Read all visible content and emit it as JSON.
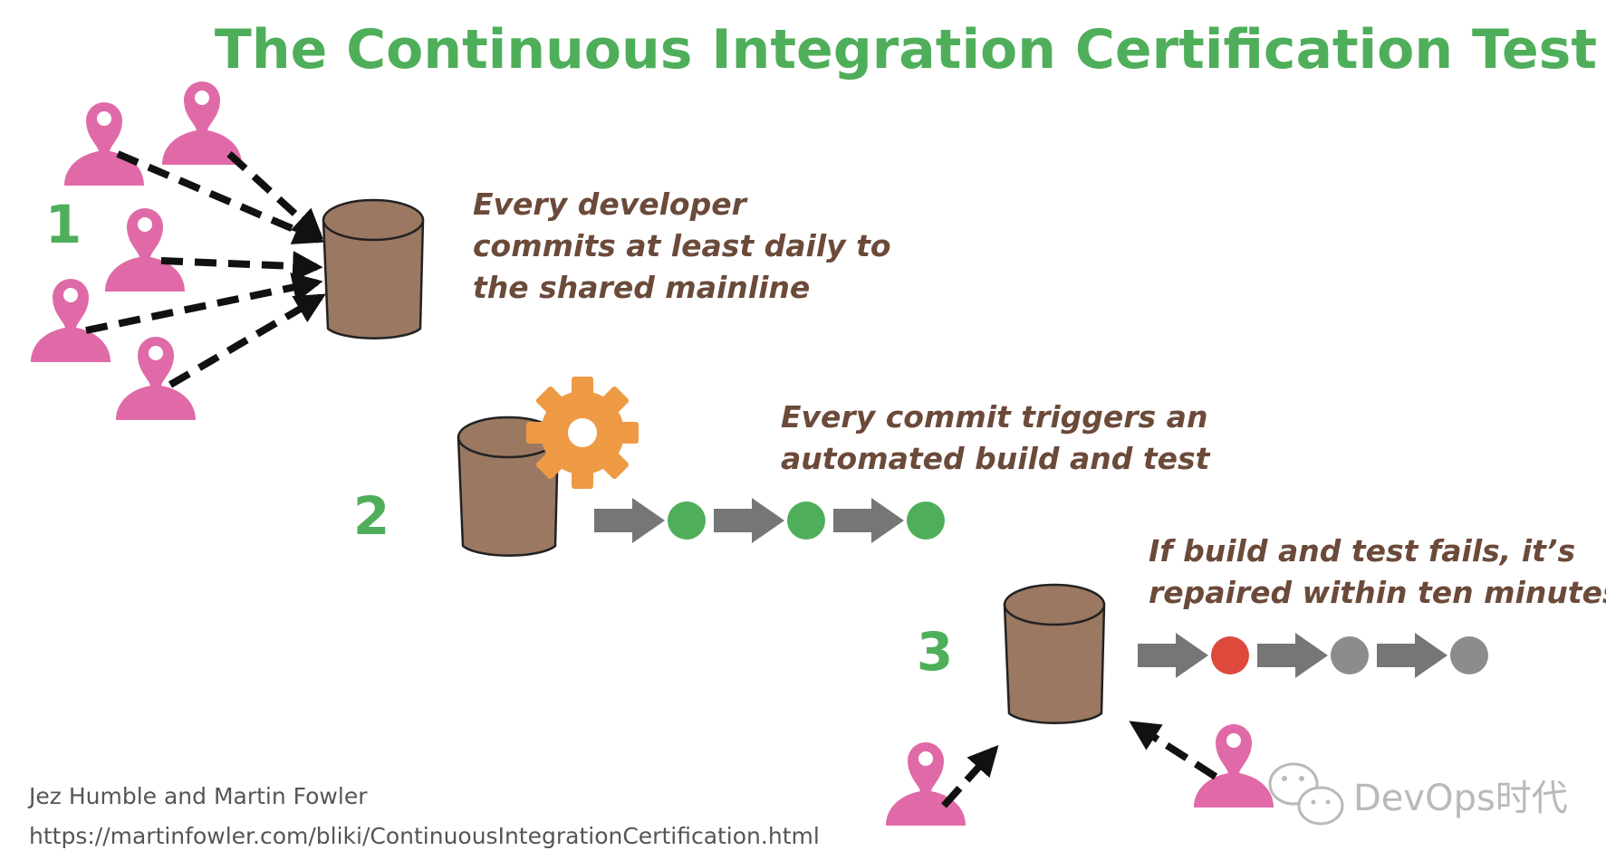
{
  "title": "The Continuous Integration Certification Test",
  "steps": [
    {
      "number": "1",
      "lines": [
        "Every developer",
        "commits at least daily to",
        "the shared mainline"
      ]
    },
    {
      "number": "2",
      "lines": [
        "Every commit triggers an",
        "automated build and test"
      ]
    },
    {
      "number": "3",
      "lines": [
        "If build and test fails, it’s",
        "repaired within ten minutes"
      ]
    }
  ],
  "pipelines": {
    "step2": [
      "pass",
      "pass",
      "pass"
    ],
    "step3": [
      "fail",
      "pending",
      "pending"
    ]
  },
  "colors": {
    "title_green": "#4fae5a",
    "developer_pink": "#e06aa8",
    "repository_brown": "#9b7862",
    "gear_orange": "#ee9a45",
    "pass_green": "#4fae5a",
    "fail_red": "#dd4a3c",
    "pending_gray": "#8c8c8c",
    "arrow_gray": "#767676",
    "caption_brown": "#6b4a3a"
  },
  "icons": {
    "developer": "developer-icon",
    "repository": "repository-icon",
    "build": "gear-icon",
    "watermark": "wechat-icon"
  },
  "credit": {
    "authors": "Jez Humble and Martin Fowler",
    "url": "https://martinfowler.com/bliki/ContinuousIntegrationCertification.html"
  },
  "watermark": "DevOps时代"
}
